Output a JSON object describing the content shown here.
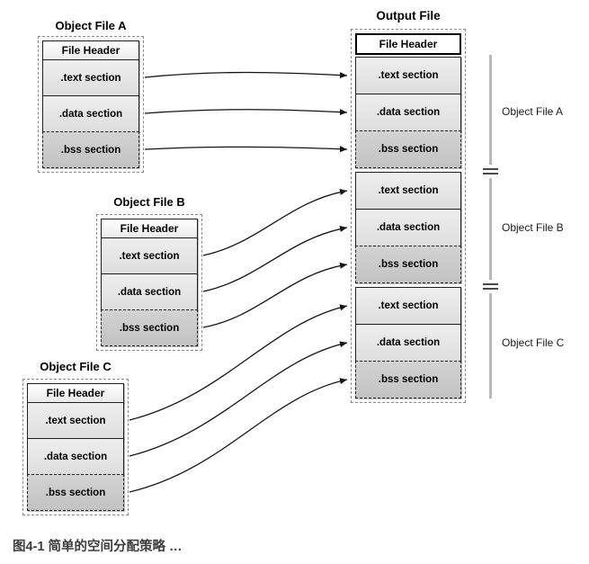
{
  "diagram": {
    "caption": "图4-1 简单的空间分配策略 …",
    "object_files": [
      {
        "title": "Object File A",
        "header": "File Header",
        "sections": [
          ".text section",
          ".data section",
          ".bss section"
        ]
      },
      {
        "title": "Object File B",
        "header": "File Header",
        "sections": [
          ".text section",
          ".data section",
          ".bss section"
        ]
      },
      {
        "title": "Object File C",
        "header": "File Header",
        "sections": [
          ".text section",
          ".data section",
          ".bss section"
        ]
      }
    ],
    "output_file": {
      "title": "Output File",
      "header": "File Header",
      "groups": [
        {
          "label": "Object File A",
          "sections": [
            ".text section",
            ".data section",
            ".bss section"
          ]
        },
        {
          "label": "Object File B",
          "sections": [
            ".text section",
            ".data section",
            ".bss section"
          ]
        },
        {
          "label": "Object File C",
          "sections": [
            ".text section",
            ".data section",
            ".bss section"
          ]
        }
      ]
    },
    "colors": {
      "section_fill": "#e6e6e6",
      "bss_fill": "#c9c9c9",
      "header_fill": "#ffffff",
      "box_border": "#1f1f1f",
      "dashed_outline": "#8a8a8a",
      "bracket": "#b8b8b8",
      "arrow": "#141414"
    }
  }
}
